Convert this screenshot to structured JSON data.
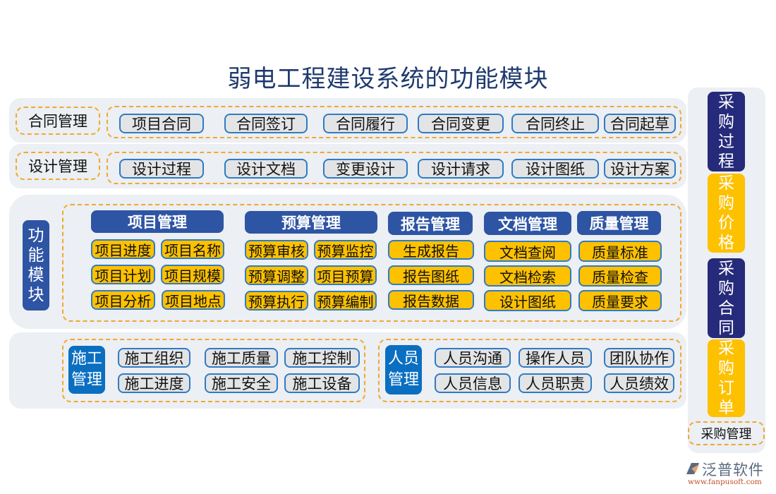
{
  "title": "弱电工程建设系统的功能模块",
  "contract": {
    "label": "合同管理",
    "items": [
      "项目合同",
      "合同签订",
      "合同履行",
      "合同变更",
      "合同终止",
      "合同起草"
    ]
  },
  "design": {
    "label": "设计管理",
    "items": [
      "设计过程",
      "设计文档",
      "变更设计",
      "设计请求",
      "设计图纸",
      "设计方案"
    ]
  },
  "function_module": {
    "label_chars": [
      "功",
      "能",
      "模",
      "块"
    ],
    "groups": [
      {
        "header": "项目管理",
        "items": [
          "项目进度",
          "项目名称",
          "项目计划",
          "项目规模",
          "项目分析",
          "项目地点"
        ]
      },
      {
        "header": "预算管理",
        "items": [
          "预算审核",
          "预算监控",
          "预算调整",
          "项目预算",
          "预算执行",
          "预算编制"
        ]
      },
      {
        "header": "报告管理",
        "items": [
          "生成报告",
          "报告图纸",
          "报告数据"
        ]
      },
      {
        "header": "文档管理",
        "items": [
          "文档查阅",
          "文档检索",
          "设计图纸"
        ]
      },
      {
        "header": "质量管理",
        "items": [
          "质量标准",
          "质量检查",
          "质量要求"
        ]
      }
    ]
  },
  "construction": {
    "label_lines": [
      "施工",
      "管理"
    ],
    "items": [
      "施工组织",
      "施工质量",
      "施工控制",
      "施工进度",
      "施工安全",
      "施工设备"
    ]
  },
  "personnel": {
    "label_lines": [
      "人员",
      "管理"
    ],
    "items": [
      "人员沟通",
      "操作人员",
      "团队协作",
      "人员信息",
      "人员职责",
      "人员绩效"
    ]
  },
  "procurement": {
    "label": "采购管理",
    "blocks": [
      {
        "chars": [
          "采",
          "购",
          "过",
          "程"
        ],
        "color": "#262a7a"
      },
      {
        "chars": [
          "采",
          "购",
          "价",
          "格"
        ],
        "color": "#fdc100"
      },
      {
        "chars": [
          "采",
          "购",
          "合",
          "同"
        ],
        "color": "#262a7a"
      },
      {
        "chars": [
          "采",
          "购",
          "订",
          "单"
        ],
        "color": "#fdc100"
      }
    ]
  },
  "logo": {
    "name": "泛普软件",
    "url": "www.fanpusoft.com"
  },
  "colors": {
    "navy": "#2e54a4",
    "dark_navy": "#262a7a",
    "yellow": "#fdc100",
    "blue_label": "#0b6fc1",
    "dash_orange": "#f0a830",
    "panel_bg": "#eceff3"
  }
}
